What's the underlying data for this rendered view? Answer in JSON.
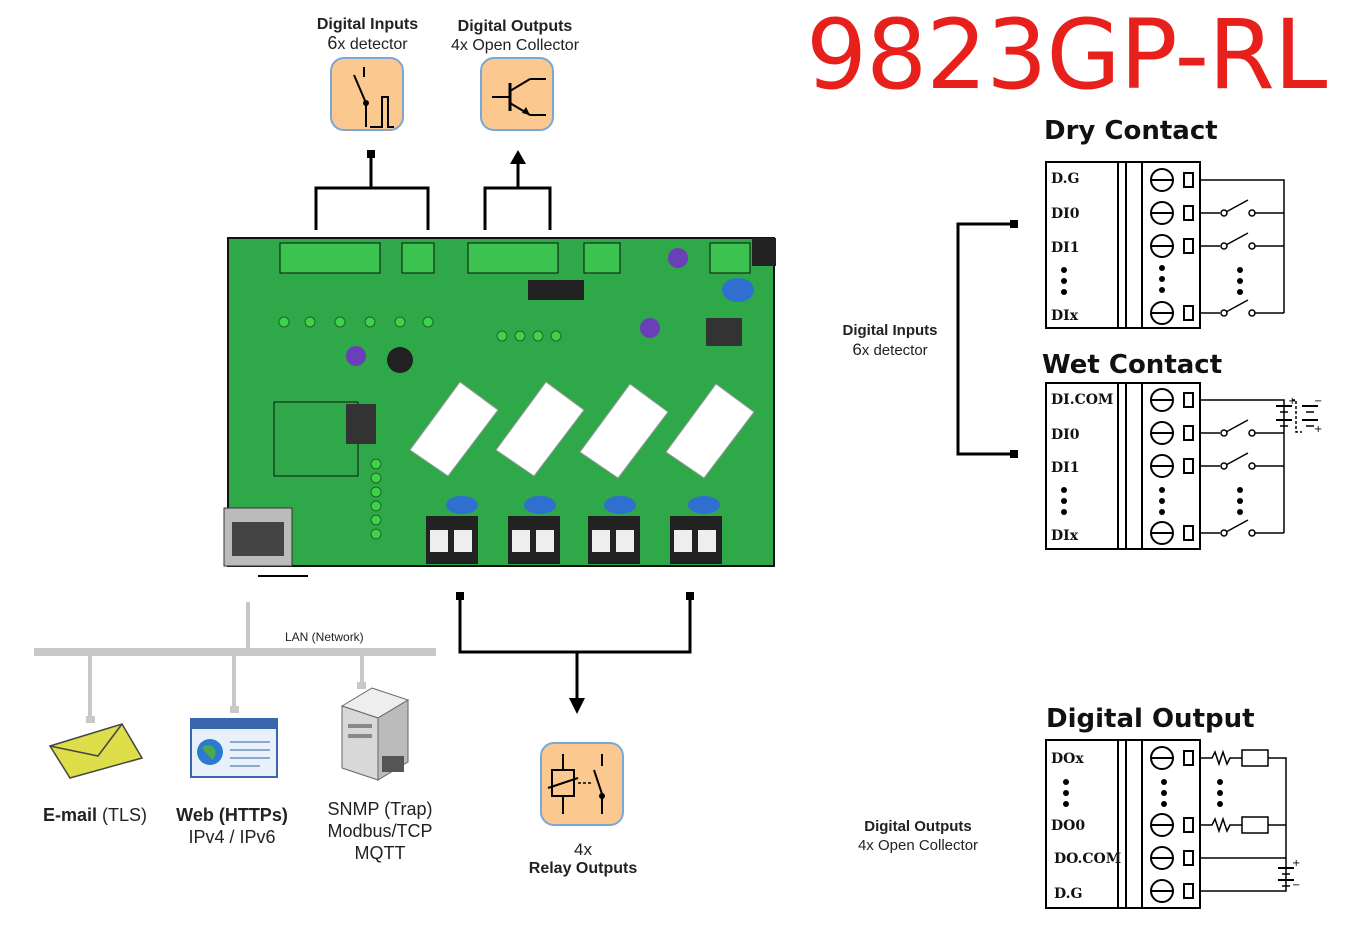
{
  "title": "9823GP-RL",
  "top_inputs": {
    "line1": "Digital Inputs",
    "count": "6",
    "line2": "x detector"
  },
  "top_outputs": {
    "line1": "Digital Outputs",
    "line2": "4x Open Collector"
  },
  "lan_label": "LAN (Network)",
  "network": {
    "email": {
      "bold": "E-mail",
      "rest": " (TLS)"
    },
    "web": {
      "bold": "Web (HTTPs)",
      "line2": "IPv4 / IPv6"
    },
    "snmp": {
      "line1": "SNMP (Trap)",
      "line2": "Modbus/TCP",
      "line3": "MQTT"
    }
  },
  "relay": {
    "line1": "4x",
    "line2": "Relay Outputs"
  },
  "side_inputs": {
    "line1": "Digital Inputs",
    "count": "6",
    "line2": "x detector"
  },
  "side_outputs": {
    "line1": "Digital Outputs",
    "line2": "4x Open Collector"
  },
  "dry_contact": {
    "title": "Dry Contact",
    "pins": [
      "D.G",
      "DI0",
      "DI1",
      "DIx"
    ]
  },
  "wet_contact": {
    "title": "Wet Contact",
    "pins": [
      "DI.COM",
      "DI0",
      "DI1",
      "DIx"
    ]
  },
  "digital_output": {
    "title": "Digital Output",
    "pins": [
      "DOx",
      "DO0",
      "DO.COM",
      "D.G"
    ]
  },
  "colors": {
    "title_red": "#e8201c",
    "board_green": "#2fa84a",
    "icon_fill": "#fbc98f",
    "icon_border": "#7aa7d8"
  }
}
